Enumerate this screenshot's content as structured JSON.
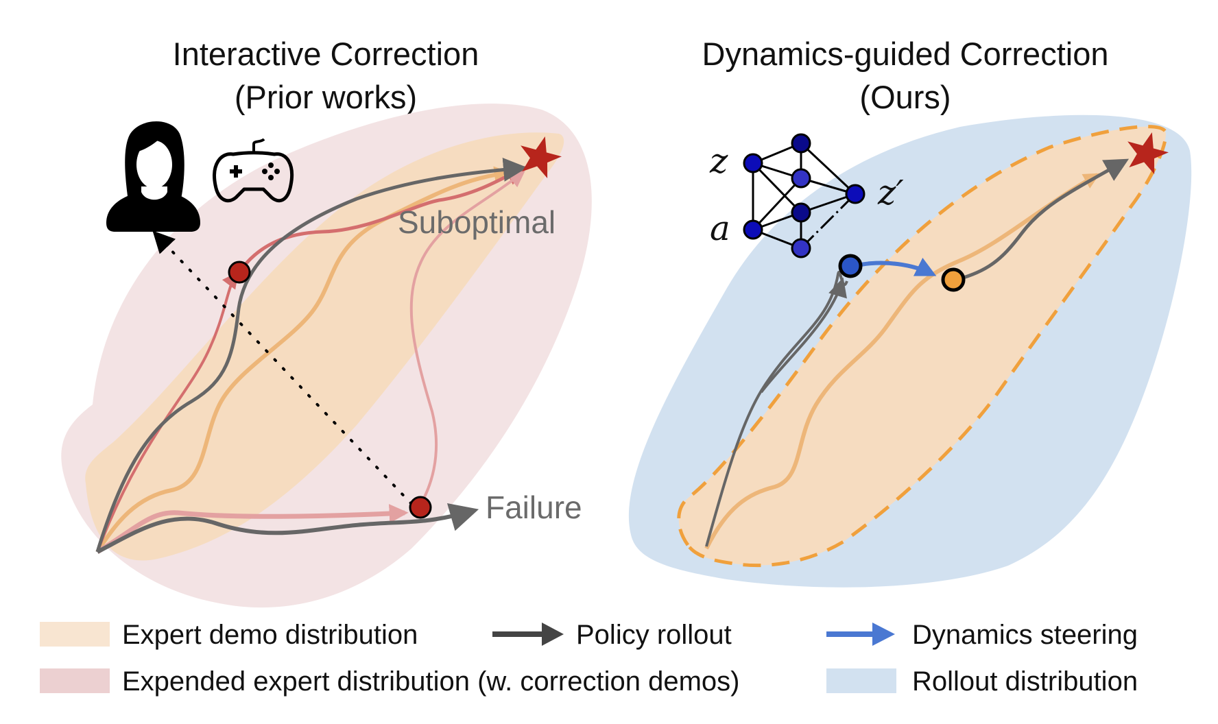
{
  "colors": {
    "expert_demo": "#f6dcc0",
    "expert_line": "#edb679",
    "expanded_expert": "#f3e3e4",
    "expanded_legend": "#ecd0d1",
    "rollout_dist": "#d2e1f0",
    "policy_rollout": "#666666",
    "policy_legend": "#444444",
    "correction": "#d46e6e",
    "correction_light": "#e3a1a1",
    "failure_node": "#b7251c",
    "goal_star": "#b7251c",
    "dynamics_steering": "#4a78d2",
    "orange_dash": "#f0a03c",
    "steer_start_node": "#2b56c8",
    "steer_end_node": "#f0a03c",
    "nn_node_dark": "#0a0a8a",
    "nn_node_mid": "#0c0cb8",
    "nn_node_light": "#3333c4"
  },
  "left_panel": {
    "title_line1": "Interactive Correction",
    "title_line2": "(Prior works)",
    "label_suboptimal": "Suboptimal",
    "label_failure": "Failure",
    "icons": [
      "person-female-icon",
      "gamepad-icon",
      "goal-star-icon"
    ]
  },
  "right_panel": {
    "title_line1": "Dynamics-guided Correction",
    "title_line2": "(Ours)",
    "nn_labels": {
      "input_state": "z",
      "input_action": "a",
      "output_state": "z′"
    },
    "icons": [
      "neural-network-icon",
      "goal-star-icon"
    ]
  },
  "legend": {
    "items": [
      {
        "key": "expert_demo",
        "kind": "swatch",
        "label": "Expert demo distribution"
      },
      {
        "key": "policy_rollout",
        "kind": "arrow",
        "label": "Policy rollout"
      },
      {
        "key": "dynamics_steering",
        "kind": "arrow",
        "label": "Dynamics steering"
      },
      {
        "key": "expanded_expert",
        "kind": "swatch",
        "label": "Expended expert distribution (w. correction demos)"
      },
      {
        "key": "rollout_dist",
        "kind": "swatch",
        "label": "Rollout distribution"
      }
    ]
  }
}
